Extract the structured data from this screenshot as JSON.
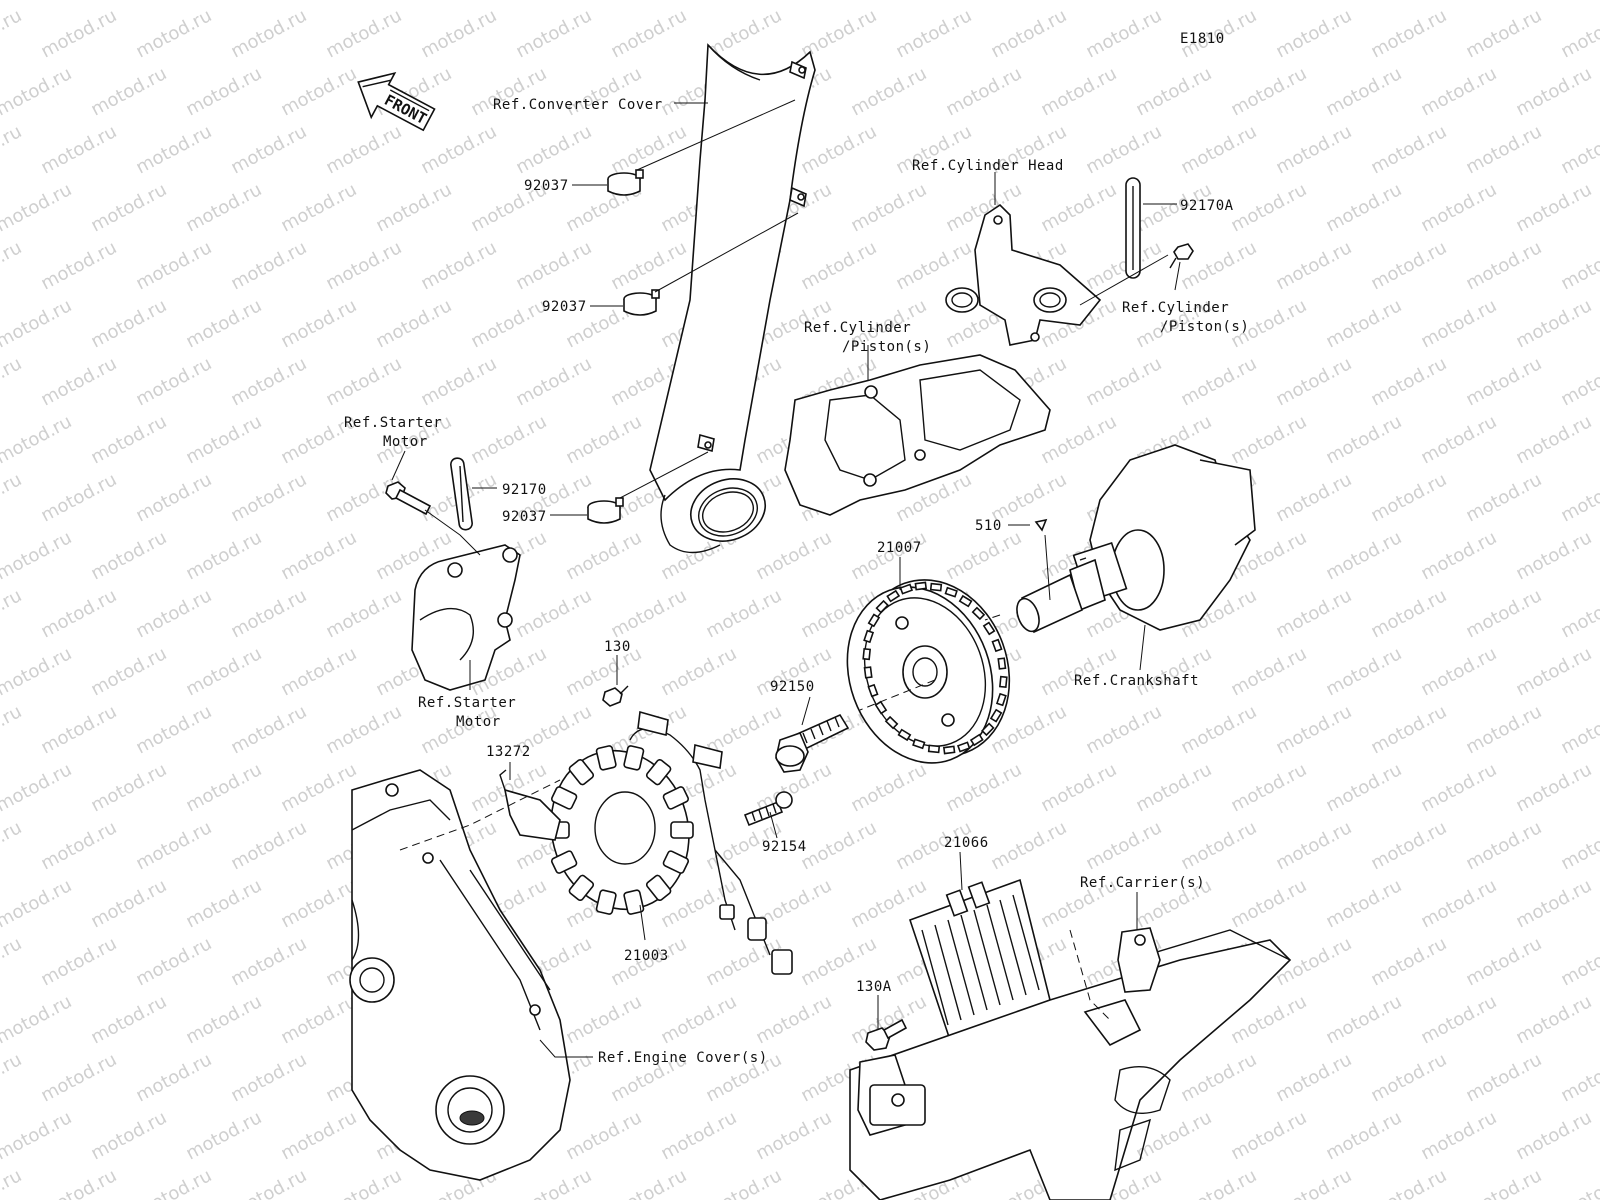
{
  "diagram": {
    "code": "E1810",
    "watermark": "motod.ru",
    "front_arrow": "FRONT",
    "labels": {
      "ref_converter_cover": "Ref.Converter Cover",
      "p92037_a": "92037",
      "p92037_b": "92037",
      "p92037_c": "92037",
      "ref_cylinder_head": "Ref.Cylinder Head",
      "p92170a": "92170A",
      "ref_cyl_piston_right_1": "Ref.Cylinder",
      "ref_cyl_piston_right_2": "/Piston(s)",
      "ref_cyl_piston_mid_1": "Ref.Cylinder",
      "ref_cyl_piston_mid_2": "/Piston(s)",
      "ref_starter_top_1": "Ref.Starter",
      "ref_starter_top_2": "Motor",
      "p92170": "92170",
      "p510": "510",
      "p21007": "21007",
      "p130": "130",
      "p92150": "92150",
      "ref_crankshaft": "Ref.Crankshaft",
      "ref_starter_bot_1": "Ref.Starter",
      "ref_starter_bot_2": "Motor",
      "p13272": "13272",
      "p92154": "92154",
      "p21066": "21066",
      "ref_carrier": "Ref.Carrier(s)",
      "p21003": "21003",
      "p130a": "130A",
      "ref_engine_cover": "Ref.Engine Cover(s)"
    }
  }
}
